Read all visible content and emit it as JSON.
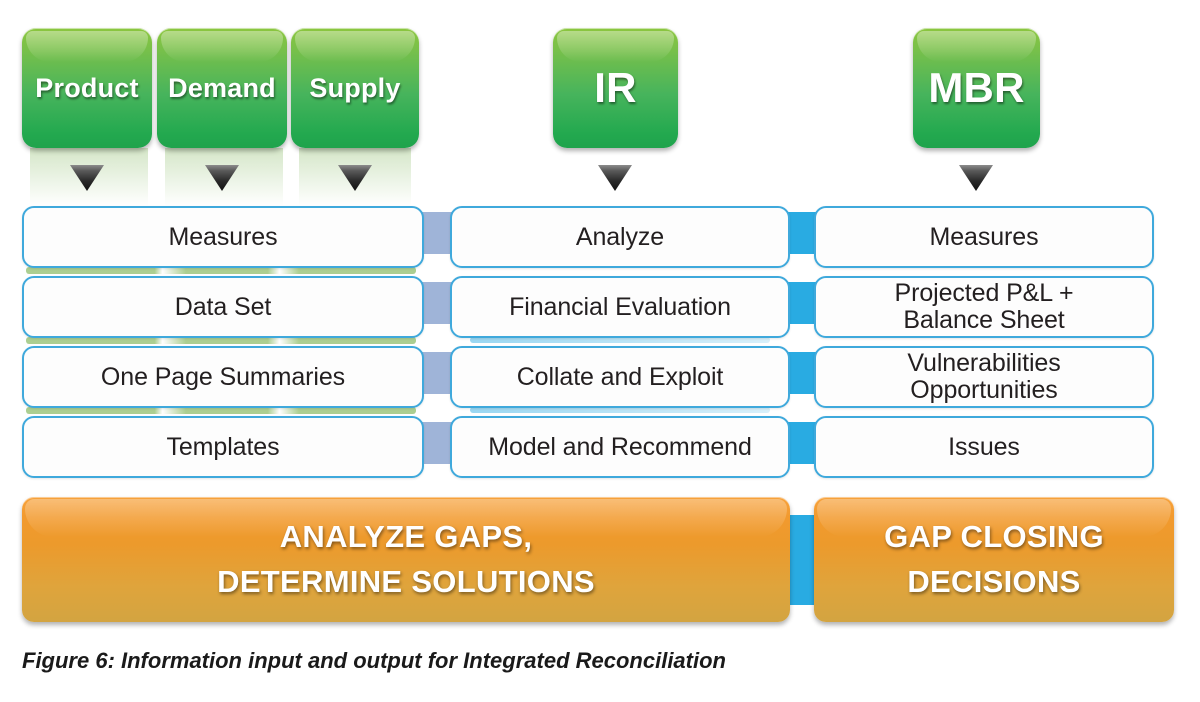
{
  "sources": [
    {
      "label": "Product",
      "font_size": 27
    },
    {
      "label": "Demand",
      "font_size": 27
    },
    {
      "label": "Supply",
      "font_size": 27
    },
    {
      "label": "IR",
      "font_size": 42
    },
    {
      "label": "MBR",
      "font_size": 42
    }
  ],
  "columns": {
    "inputs": {
      "header_source": "Product / Demand / Supply",
      "rows": [
        {
          "line1": "Measures",
          "line2": ""
        },
        {
          "line1": "Data Set",
          "line2": ""
        },
        {
          "line1": "One Page Summaries",
          "line2": ""
        },
        {
          "line1": "Templates",
          "line2": ""
        }
      ]
    },
    "process": {
      "header_source": "IR",
      "rows": [
        {
          "line1": "Analyze",
          "line2": ""
        },
        {
          "line1": "Financial Evaluation",
          "line2": ""
        },
        {
          "line1": "Collate and Exploit",
          "line2": ""
        },
        {
          "line1": "Model and Recommend",
          "line2": ""
        }
      ]
    },
    "outputs": {
      "header_source": "MBR",
      "rows": [
        {
          "line1": "Measures",
          "line2": ""
        },
        {
          "line1": "Projected P&L +",
          "line2": "Balance Sheet"
        },
        {
          "line1": "Vulnerabilities",
          "line2": "Opportunities"
        },
        {
          "line1": "Issues",
          "line2": ""
        }
      ]
    }
  },
  "bars": [
    {
      "line1": "ANALYZE GAPS,",
      "line2": "DETERMINE SOLUTIONS"
    },
    {
      "line1": "GAP CLOSING",
      "line2": "DECISIONS"
    }
  ],
  "caption": "Figure 6: Information input and output for Integrated Reconciliation",
  "colors": {
    "green_top": "#8CC63F",
    "green_bottom": "#1FA34C",
    "box_border": "#3FA9DC",
    "connector_left": "#9FB4D8",
    "connector_right": "#29ABE2",
    "orange_top": "#F7A23C",
    "orange_bottom": "#D3A441",
    "text_dark": "#231F20",
    "text_light": "#FFFFFF"
  }
}
